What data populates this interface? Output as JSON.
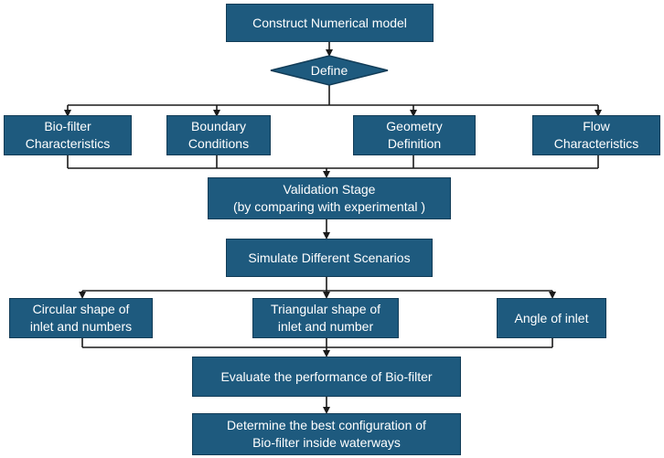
{
  "colors": {
    "box_fill": "#1e5a7e",
    "box_border": "#123c57",
    "connector": "#1a1a1a",
    "text": "#ffffff"
  },
  "nodes": {
    "construct": "Construct Numerical model",
    "define": "Define",
    "biofilter": "Bio-filter\nCharacteristics",
    "boundary": "Boundary\nConditions",
    "geometry": "Geometry\nDefinition",
    "flow": "Flow\nCharacteristics",
    "validation": "Validation Stage\n(by comparing with experimental )",
    "simulate": "Simulate Different Scenarios",
    "circular": "Circular shape of\ninlet and numbers",
    "triangular": "Triangular shape of\ninlet and number",
    "angle": "Angle of inlet",
    "evaluate": "Evaluate the performance of Bio-filter",
    "determine": "Determine the best configuration of\nBio-filter inside waterways"
  }
}
